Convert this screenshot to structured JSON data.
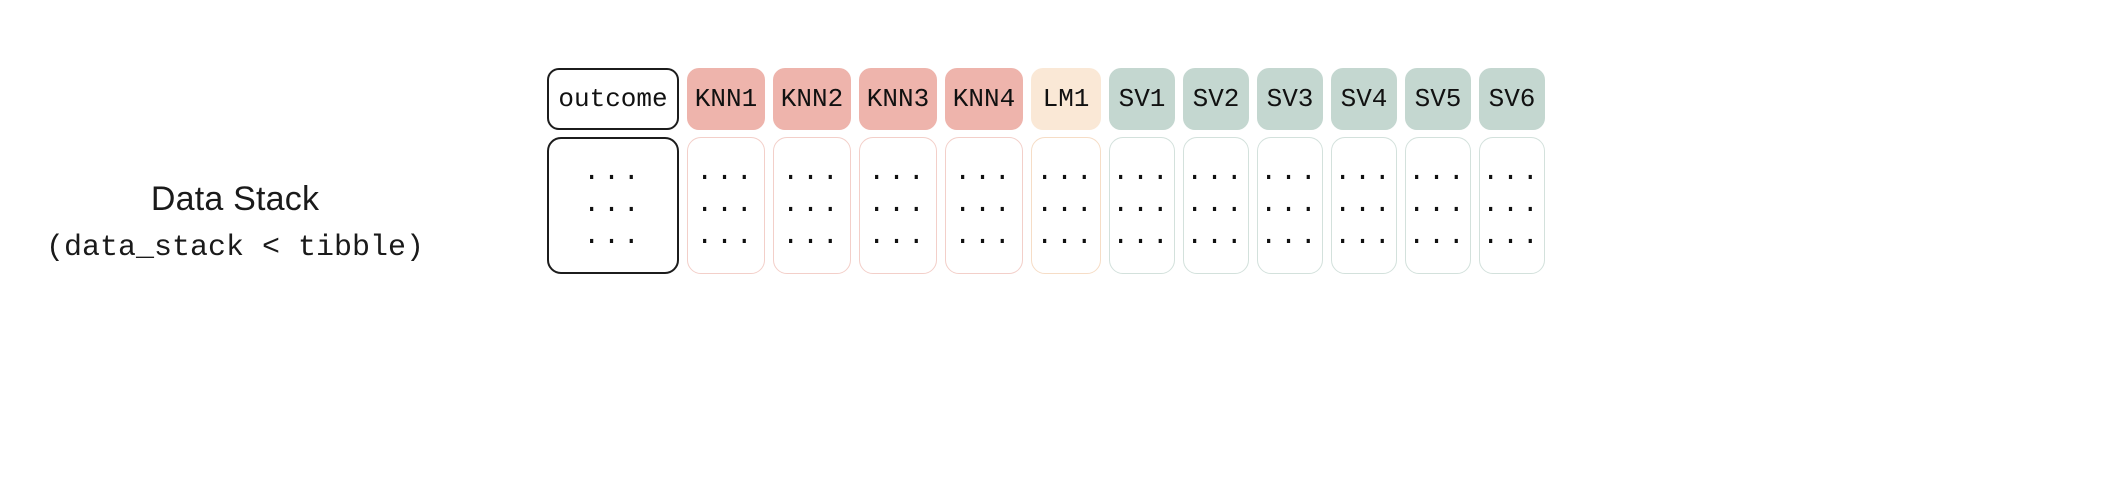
{
  "label": {
    "title": "Data Stack",
    "subtitle": "(data_stack < tibble)"
  },
  "colors": {
    "knn_fill": "#eeb4ac",
    "knn_border": "#f3cfc9",
    "lm_fill": "#fae8d6",
    "lm_border": "#f6ddc6",
    "sv_fill": "#c4d7d0",
    "sv_border": "#d3e1dc",
    "outcome_fill": "#ffffff",
    "outcome_border": "#1c1c1c",
    "background": "#ffffff",
    "text": "#111111"
  },
  "table": {
    "cell_placeholder": "...",
    "row_count": 3,
    "columns": [
      {
        "label": "outcome",
        "variant": "outcome"
      },
      {
        "label": "KNN1",
        "variant": "knn"
      },
      {
        "label": "KNN2",
        "variant": "knn"
      },
      {
        "label": "KNN3",
        "variant": "knn"
      },
      {
        "label": "KNN4",
        "variant": "knn"
      },
      {
        "label": "LM1",
        "variant": "lm"
      },
      {
        "label": "SV1",
        "variant": "sv"
      },
      {
        "label": "SV2",
        "variant": "sv"
      },
      {
        "label": "SV3",
        "variant": "sv"
      },
      {
        "label": "SV4",
        "variant": "sv"
      },
      {
        "label": "SV5",
        "variant": "sv"
      },
      {
        "label": "SV6",
        "variant": "sv"
      }
    ]
  }
}
